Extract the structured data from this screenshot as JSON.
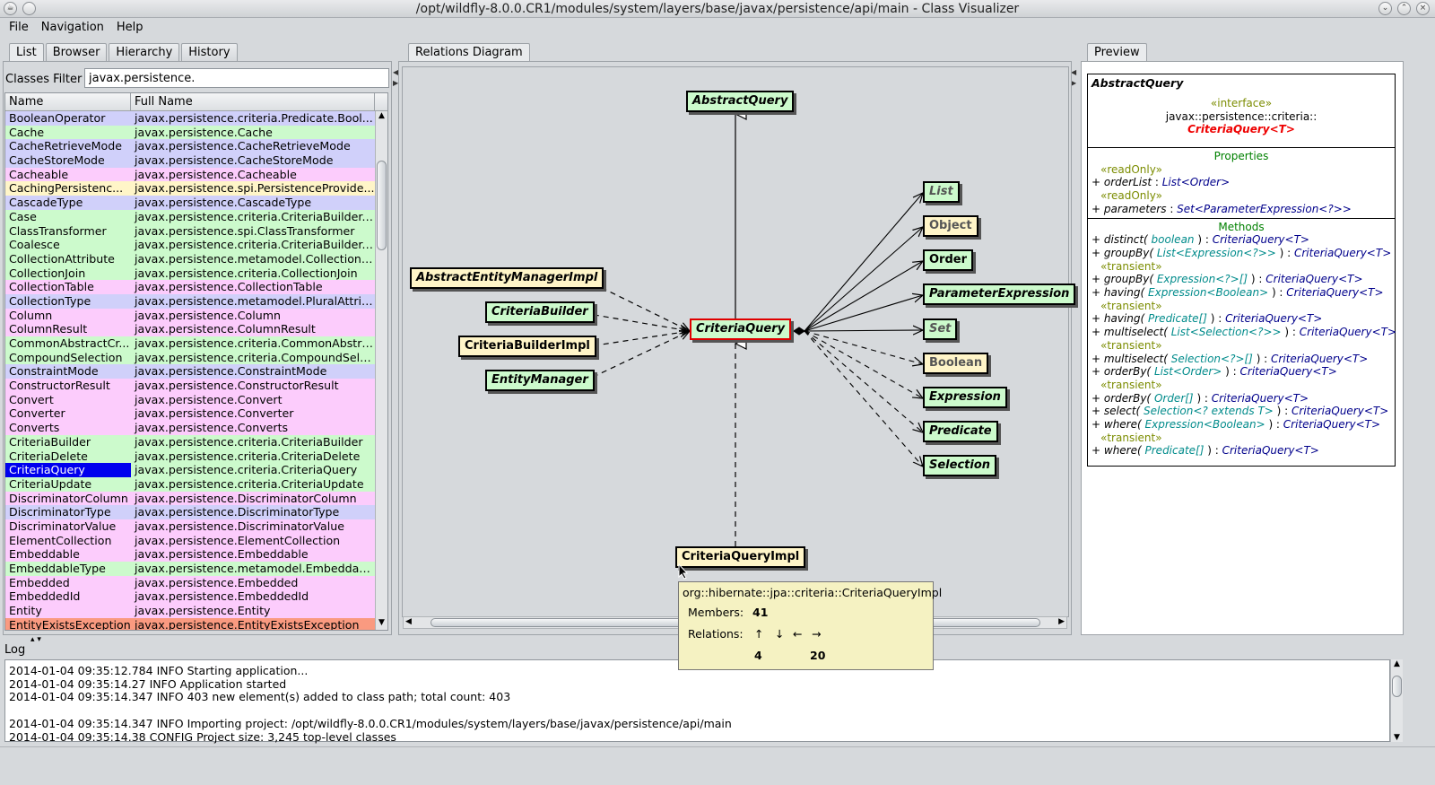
{
  "window": {
    "title": "/opt/wildfly-8.0.0.CR1/modules/system/layers/base/javax/persistence/api/main - Class Visualizer"
  },
  "menu": [
    "File",
    "Navigation",
    "Help"
  ],
  "left_tabs": [
    "List",
    "Browser",
    "Hierarchy",
    "History"
  ],
  "filter": {
    "label": "Classes Filter",
    "value": "javax.persistence."
  },
  "table": {
    "headers": [
      "Name",
      "Full Name"
    ],
    "rows": [
      {
        "name": "BooleanOperator",
        "full": "javax.persistence.criteria.Predicate.Bool...",
        "color": "#d0d0fa"
      },
      {
        "name": "Cache",
        "full": "javax.persistence.Cache",
        "color": "#ccfacc"
      },
      {
        "name": "CacheRetrieveMode",
        "full": "javax.persistence.CacheRetrieveMode",
        "color": "#d0d0fa"
      },
      {
        "name": "CacheStoreMode",
        "full": "javax.persistence.CacheStoreMode",
        "color": "#d0d0fa"
      },
      {
        "name": "Cacheable",
        "full": "javax.persistence.Cacheable",
        "color": "#fcccfc"
      },
      {
        "name": "CachingPersistenc...",
        "full": "javax.persistence.spi.PersistenceProvide...",
        "color": "#fff5c8"
      },
      {
        "name": "CascadeType",
        "full": "javax.persistence.CascadeType",
        "color": "#d0d0fa"
      },
      {
        "name": "Case",
        "full": "javax.persistence.criteria.CriteriaBuilder....",
        "color": "#ccfacc"
      },
      {
        "name": "ClassTransformer",
        "full": "javax.persistence.spi.ClassTransformer",
        "color": "#ccfacc"
      },
      {
        "name": "Coalesce",
        "full": "javax.persistence.criteria.CriteriaBuilder....",
        "color": "#ccfacc"
      },
      {
        "name": "CollectionAttribute",
        "full": "javax.persistence.metamodel.CollectionA...",
        "color": "#ccfacc"
      },
      {
        "name": "CollectionJoin",
        "full": "javax.persistence.criteria.CollectionJoin",
        "color": "#ccfacc"
      },
      {
        "name": "CollectionTable",
        "full": "javax.persistence.CollectionTable",
        "color": "#fcccfc"
      },
      {
        "name": "CollectionType",
        "full": "javax.persistence.metamodel.PluralAttrib...",
        "color": "#d0d0fa"
      },
      {
        "name": "Column",
        "full": "javax.persistence.Column",
        "color": "#fcccfc"
      },
      {
        "name": "ColumnResult",
        "full": "javax.persistence.ColumnResult",
        "color": "#fcccfc"
      },
      {
        "name": "CommonAbstractCr...",
        "full": "javax.persistence.criteria.CommonAbstra...",
        "color": "#ccfacc"
      },
      {
        "name": "CompoundSelection",
        "full": "javax.persistence.criteria.CompoundSele...",
        "color": "#ccfacc"
      },
      {
        "name": "ConstraintMode",
        "full": "javax.persistence.ConstraintMode",
        "color": "#d0d0fa"
      },
      {
        "name": "ConstructorResult",
        "full": "javax.persistence.ConstructorResult",
        "color": "#fcccfc"
      },
      {
        "name": "Convert",
        "full": "javax.persistence.Convert",
        "color": "#fcccfc"
      },
      {
        "name": "Converter",
        "full": "javax.persistence.Converter",
        "color": "#fcccfc"
      },
      {
        "name": "Converts",
        "full": "javax.persistence.Converts",
        "color": "#fcccfc"
      },
      {
        "name": "CriteriaBuilder",
        "full": "javax.persistence.criteria.CriteriaBuilder",
        "color": "#ccfacc"
      },
      {
        "name": "CriteriaDelete",
        "full": "javax.persistence.criteria.CriteriaDelete",
        "color": "#ccfacc"
      },
      {
        "name": "CriteriaQuery",
        "full": "javax.persistence.criteria.CriteriaQuery",
        "color": "#ccfacc",
        "selected": true
      },
      {
        "name": "CriteriaUpdate",
        "full": "javax.persistence.criteria.CriteriaUpdate",
        "color": "#ccfacc"
      },
      {
        "name": "DiscriminatorColumn",
        "full": "javax.persistence.DiscriminatorColumn",
        "color": "#fcccfc"
      },
      {
        "name": "DiscriminatorType",
        "full": "javax.persistence.DiscriminatorType",
        "color": "#d0d0fa"
      },
      {
        "name": "DiscriminatorValue",
        "full": "javax.persistence.DiscriminatorValue",
        "color": "#fcccfc"
      },
      {
        "name": "ElementCollection",
        "full": "javax.persistence.ElementCollection",
        "color": "#fcccfc"
      },
      {
        "name": "Embeddable",
        "full": "javax.persistence.Embeddable",
        "color": "#fcccfc"
      },
      {
        "name": "EmbeddableType",
        "full": "javax.persistence.metamodel.Embeddab...",
        "color": "#ccfacc"
      },
      {
        "name": "Embedded",
        "full": "javax.persistence.Embedded",
        "color": "#fcccfc"
      },
      {
        "name": "EmbeddedId",
        "full": "javax.persistence.EmbeddedId",
        "color": "#fcccfc"
      },
      {
        "name": "Entity",
        "full": "javax.persistence.Entity",
        "color": "#fcccfc"
      },
      {
        "name": "EntityExistsException",
        "full": "javax.persistence.EntityExistsException",
        "color": "#fa9a80"
      }
    ]
  },
  "diagram_tab": "Relations Diagram",
  "diagram": {
    "nodes": {
      "abstract_query": "AbstractQuery",
      "criteria_query": "CriteriaQuery",
      "abstract_entity_manager_impl": "AbstractEntityManagerImpl",
      "criteria_builder": "CriteriaBuilder",
      "criteria_builder_impl": "CriteriaBuilderImpl",
      "entity_manager": "EntityManager",
      "criteria_query_impl": "CriteriaQueryImpl",
      "list": "List",
      "object": "Object",
      "order": "Order",
      "parameter_expression": "ParameterExpression",
      "set": "Set",
      "boolean": "Boolean",
      "expression": "Expression",
      "predicate": "Predicate",
      "selection": "Selection"
    }
  },
  "tooltip": {
    "class": "org::hibernate::jpa::criteria::CriteriaQueryImpl",
    "members_label": "Members:",
    "members": "41",
    "relations_label": "Relations:",
    "arrows": [
      "↑",
      "↓",
      "←",
      "→"
    ],
    "up_count": "4",
    "right_count": "20"
  },
  "preview_tab": "Preview",
  "preview": {
    "title": "AbstractQuery",
    "stereotype": "«interface»",
    "package": "javax::persistence::criteria::",
    "class": "CriteriaQuery<T>",
    "properties_header": "Properties",
    "properties": [
      {
        "stereo": "«readOnly»",
        "vis": "+",
        "name": "orderList",
        "type": "List<Order>"
      },
      {
        "stereo": "«readOnly»",
        "vis": "+",
        "name": "parameters",
        "type": "Set<ParameterExpression<?>>"
      }
    ],
    "methods_header": "Methods",
    "methods": [
      {
        "name": "distinct(",
        "param": "boolean",
        "ret": "CriteriaQuery<T>"
      },
      {
        "name": "groupBy(",
        "param": "List<Expression<?>>",
        "ret": "CriteriaQuery<T>"
      },
      {
        "stereo": "«transient»",
        "name": "groupBy(",
        "param": "Expression<?>[]",
        "ret": "CriteriaQuery<T>"
      },
      {
        "name": "having(",
        "param": "Expression<Boolean>",
        "ret": "CriteriaQuery<T>"
      },
      {
        "stereo": "«transient»",
        "name": "having(",
        "param": "Predicate[]",
        "ret": "CriteriaQuery<T>"
      },
      {
        "name": "multiselect(",
        "param": "List<Selection<?>>",
        "ret": "CriteriaQuery<T>"
      },
      {
        "stereo": "«transient»",
        "name": "multiselect(",
        "param": "Selection<?>[]",
        "ret": "CriteriaQuery<T>"
      },
      {
        "name": "orderBy(",
        "param": "List<Order>",
        "ret": "CriteriaQuery<T>"
      },
      {
        "stereo": "«transient»",
        "name": "orderBy(",
        "param": "Order[]",
        "ret": "CriteriaQuery<T>"
      },
      {
        "name": "select(",
        "param": "Selection<? extends T>",
        "ret": "CriteriaQuery<T>"
      },
      {
        "name": "where(",
        "param": "Expression<Boolean>",
        "ret": "CriteriaQuery<T>"
      },
      {
        "stereo": "«transient»",
        "name": "where(",
        "param": "Predicate[]",
        "ret": "CriteriaQuery<T>"
      }
    ]
  },
  "log": {
    "label": "Log",
    "lines": [
      "2014-01-04 09:35:12.784 INFO Starting application...",
      "2014-01-04 09:35:14.27 INFO Application started",
      "2014-01-04 09:35:14.347 INFO 403 new element(s) added to class path; total count: 403",
      "",
      "2014-01-04 09:35:14.347 INFO Importing project: /opt/wildfly-8.0.0.CR1/modules/system/layers/base/javax/persistence/api/main",
      "2014-01-04 09:35:14.38 CONFIG Project size: 3,245 top-level classes"
    ]
  },
  "colors": {
    "selected_row": "#0000ee",
    "highlight_border": "#e00000",
    "class_name_red": "#ee0000"
  }
}
